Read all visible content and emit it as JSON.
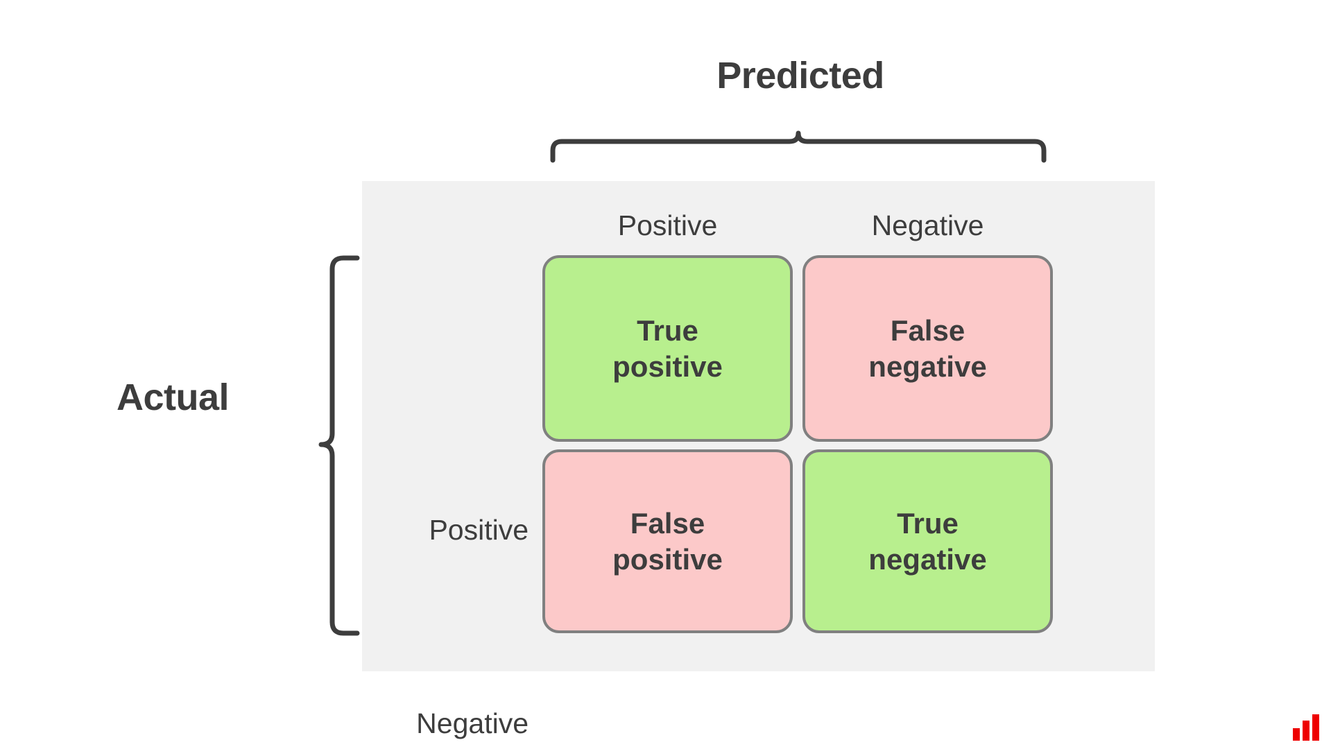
{
  "diagram": {
    "type": "confusion-matrix",
    "axis_titles": {
      "columns": "Predicted",
      "rows": "Actual"
    },
    "column_headers": [
      "Positive",
      "Negative"
    ],
    "row_headers": [
      "Positive",
      "Negative"
    ],
    "cells": [
      {
        "id": "true-positive",
        "line1": "True",
        "line2": "positive",
        "row": "Positive",
        "column": "Positive",
        "color": "#b8ef8e",
        "tone": "green"
      },
      {
        "id": "false-negative",
        "line1": "False",
        "line2": "negative",
        "row": "Positive",
        "column": "Negative",
        "color": "#fcc9c9",
        "tone": "pink"
      },
      {
        "id": "false-positive",
        "line1": "False",
        "line2": "positive",
        "row": "Negative",
        "column": "Positive",
        "color": "#fcc9c9",
        "tone": "pink"
      },
      {
        "id": "true-negative",
        "line1": "True",
        "line2": "negative",
        "row": "Negative",
        "column": "Negative",
        "color": "#b8ef8e",
        "tone": "green"
      }
    ]
  },
  "style": {
    "panel_background": "#f1f1f1",
    "page_background": "#ffffff",
    "cell_border": "#808080",
    "text_color": "#3d3d3d",
    "brace_color": "#3d3d3d",
    "logo_color": "#ee0000"
  },
  "logo": {
    "name": "bar-chart-logo",
    "bars": 3
  }
}
